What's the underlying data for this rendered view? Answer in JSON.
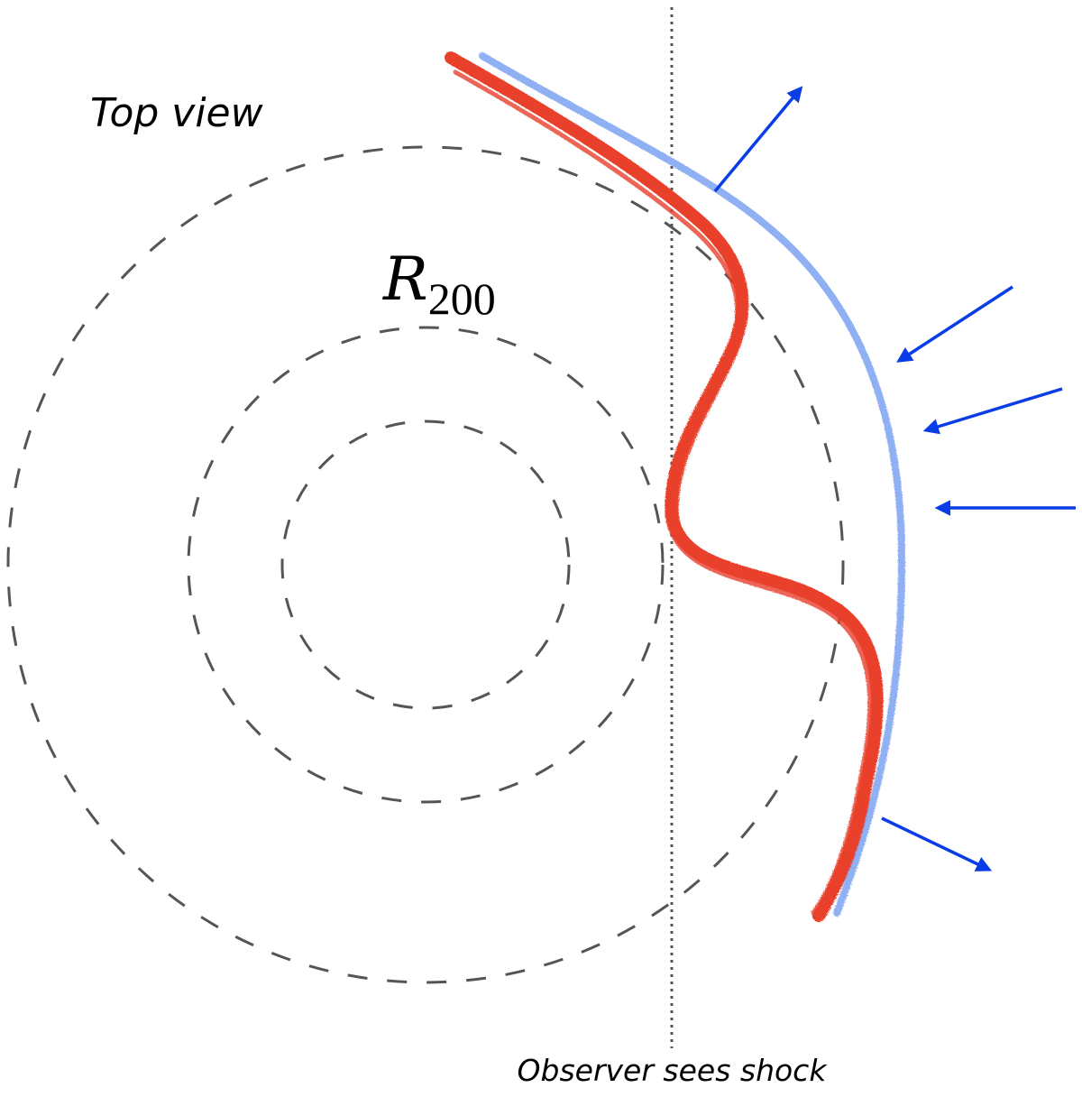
{
  "title": "Top view",
  "radius_label": {
    "symbol": "R",
    "subscript": "200"
  },
  "observer_label": "Observer sees shock",
  "colors": {
    "circle": "#555555",
    "line_of_sight": "#555555",
    "shock_outer": "#8fb0f2",
    "shock_inner": "#e8402a",
    "arrow": "#0a3de6"
  },
  "elements": {
    "circles": [
      {
        "name": "inner-radius-circle",
        "style": "dashed"
      },
      {
        "name": "middle-radius-circle",
        "style": "dashed"
      },
      {
        "name": "r200-circle",
        "style": "dashed"
      }
    ],
    "line_of_sight": {
      "style": "dotted",
      "meaning": "observer line of sight"
    },
    "shocks": [
      {
        "name": "outer-shock",
        "color_key": "shock_outer",
        "shape": "smooth arc"
      },
      {
        "name": "inner-shock",
        "color_key": "shock_inner",
        "shape": "wavy"
      }
    ],
    "arrows": [
      {
        "name": "outflow-arrow-top",
        "direction": "outward"
      },
      {
        "name": "inflow-arrow-1",
        "direction": "inward"
      },
      {
        "name": "inflow-arrow-2",
        "direction": "inward"
      },
      {
        "name": "inflow-arrow-3",
        "direction": "inward"
      },
      {
        "name": "outflow-arrow-bottom",
        "direction": "outward"
      }
    ]
  }
}
